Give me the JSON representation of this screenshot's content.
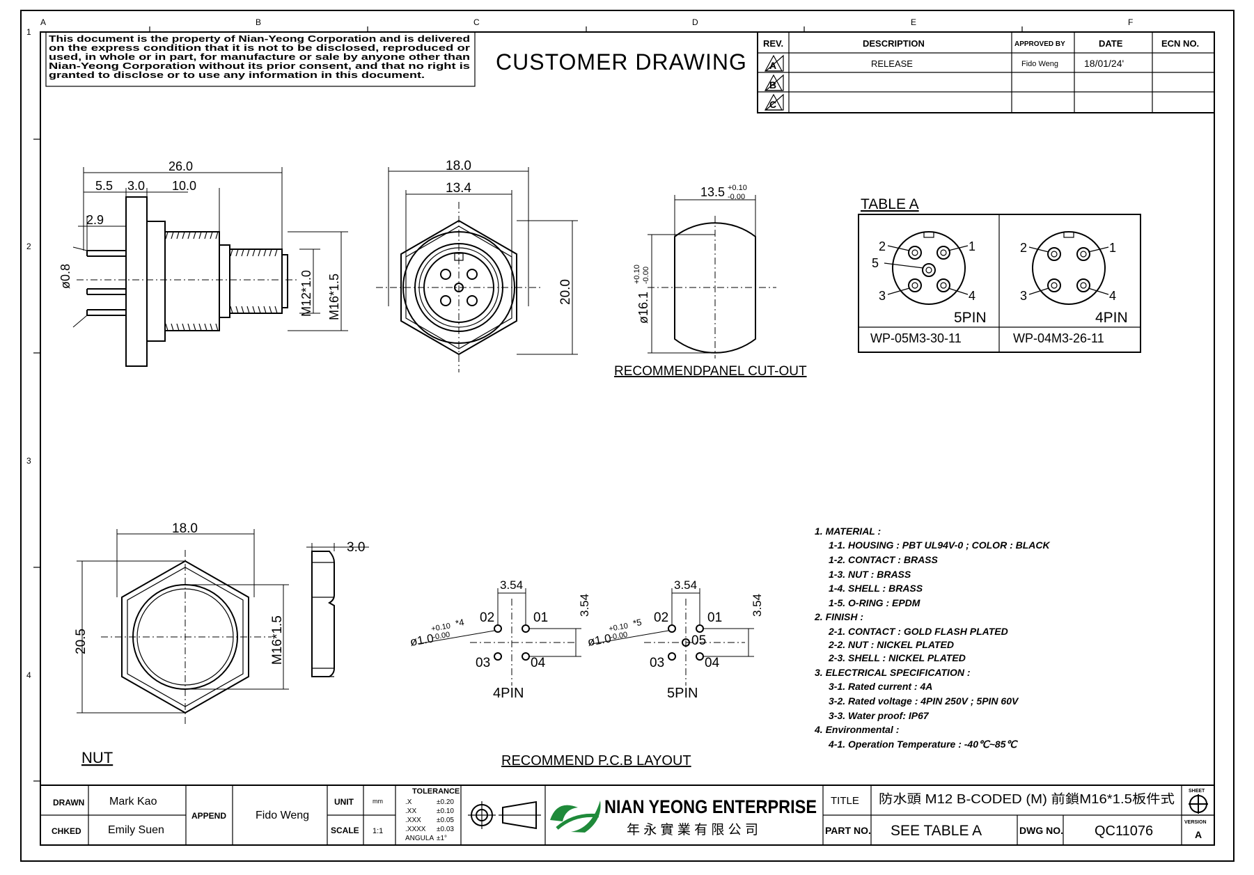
{
  "title_block": {
    "notice": [
      "This document is the property of Nian-Yeong Corporation and is delivered",
      "on the express condition that it is not to be disclosed, reproduced or",
      "used, in whole or in part, for manufacture or sale by anyone other than",
      "Nian-Yeong Corporation without its prior consent, and that no right is",
      "granted to disclose or to use any information in this document."
    ],
    "drawing_type": "CUSTOMER DRAWING"
  },
  "zone_letters": [
    "A",
    "B",
    "C",
    "D",
    "E",
    "F"
  ],
  "zone_numbers": [
    "1",
    "2",
    "3",
    "4"
  ],
  "revision_table": {
    "headers": [
      "REV.",
      "DESCRIPTION",
      "APPROVED BY",
      "DATE",
      "ECN NO."
    ],
    "rows": [
      {
        "rev": "A",
        "description": "RELEASE",
        "approved": "Fido Weng",
        "date": "18/01/24'",
        "ecn": ""
      },
      {
        "rev": "B",
        "description": "",
        "approved": "",
        "date": "",
        "ecn": ""
      },
      {
        "rev": "C",
        "description": "",
        "approved": "",
        "date": "",
        "ecn": ""
      }
    ]
  },
  "side_view": {
    "dims": [
      "26.0",
      "5.5",
      "3.0",
      "10.0",
      "2.9",
      "ø0.8",
      "M12*1.0",
      "M16*1.5"
    ]
  },
  "front_view": {
    "dims": [
      "18.0",
      "13.4",
      "20.0"
    ]
  },
  "panel_cutout": {
    "dim_width": "13.5",
    "dim_width_tol_plus": "+0.10",
    "dim_width_tol_minus": "-0.00",
    "dim_height": "ø16.1",
    "dim_height_tol_plus": "+0.10",
    "dim_height_tol_minus": "-0.00",
    "caption": "RECOMMENDPANEL CUT-OUT"
  },
  "table_a": {
    "title": "TABLE A",
    "pin5": {
      "label": "5PIN",
      "part": "WP-05M3-30-11",
      "pins": [
        "1",
        "2",
        "3",
        "4",
        "5"
      ]
    },
    "pin4": {
      "label": "4PIN",
      "part": "WP-04M3-26-11",
      "pins": [
        "1",
        "2",
        "3",
        "4"
      ]
    }
  },
  "nut": {
    "dims": [
      "18.0",
      "20.5",
      "M16*1.5",
      "3.0"
    ],
    "caption": "NUT"
  },
  "pcb_layout": {
    "caption": "RECOMMEND P.C.B LAYOUT",
    "left": {
      "label": "4PIN",
      "pitch_h": "3.54",
      "pitch_v": "3.54",
      "hole": "ø1.0",
      "hole_tol_plus": "+0.10",
      "hole_tol_minus": "-0.00",
      "hole_count": "*4",
      "pins": [
        "02",
        "01",
        "03",
        "04"
      ]
    },
    "right": {
      "label": "5PIN",
      "pitch_h": "3.54",
      "pitch_v": "3.54",
      "hole": "ø1.0",
      "hole_tol_plus": "+0.10",
      "hole_tol_minus": "-0.00",
      "hole_count": "*5",
      "pins": [
        "02",
        "01",
        "03",
        "04",
        "05"
      ]
    }
  },
  "notes": [
    "1. MATERIAL :",
    "1-1. HOUSING : PBT UL94V-0 ; COLOR : BLACK",
    "1-2. CONTACT : BRASS",
    "1-3. NUT : BRASS",
    "1-4. SHELL : BRASS",
    "1-5. O-RING : EPDM",
    "2. FINISH :",
    "2-1. CONTACT : GOLD FLASH PLATED",
    "2-2. NUT : NICKEL PLATED",
    "2-3. SHELL : NICKEL PLATED",
    "3. ELECTRICAL SPECIFICATION :",
    "3-1. Rated current : 4A",
    "3-2. Rated voltage : 4PIN 250V ; 5PIN 60V",
    "3-3. Water proof: IP67",
    "4. Environmental :",
    "4-1. Operation Temperature : -40℃~85℃"
  ],
  "bottom_block": {
    "drawn_label": "DRAWN",
    "drawn": "Mark Kao",
    "checked_label": "CHKED",
    "checked": "Emily Suen",
    "append_label": "APPEND",
    "append": "Fido Weng",
    "unit_label": "UNIT",
    "unit": "mm",
    "scale_label": "SCALE",
    "scale": "1:1",
    "tolerance_title": "TOLERANCE",
    "tolerances": [
      {
        "k": ".X",
        "v": "±0.20"
      },
      {
        "k": ".XX",
        "v": "±0.10"
      },
      {
        "k": ".XXX",
        "v": "±0.05"
      },
      {
        "k": ".XXXX",
        "v": "±0.03"
      },
      {
        "k": "ANGULA",
        "v": "±1°"
      }
    ],
    "company": "NIAN YEONG ENTERPRISE",
    "company_cn": "年 永 實 業 有 限 公 司",
    "title_label": "TITLE",
    "title": "防水頭 M12 B-CODED (M) 前鎖M16*1.5板件式",
    "part_label": "PART NO.",
    "part": "SEE TABLE A",
    "dwg_label": "DWG NO.",
    "dwg": "QC11076",
    "sheet_label": "SHEET",
    "version_label": "VERSION",
    "version": "A"
  },
  "colors": {
    "ink": "#000000",
    "logo_green": "#1f8a3a",
    "paper": "#ffffff"
  }
}
